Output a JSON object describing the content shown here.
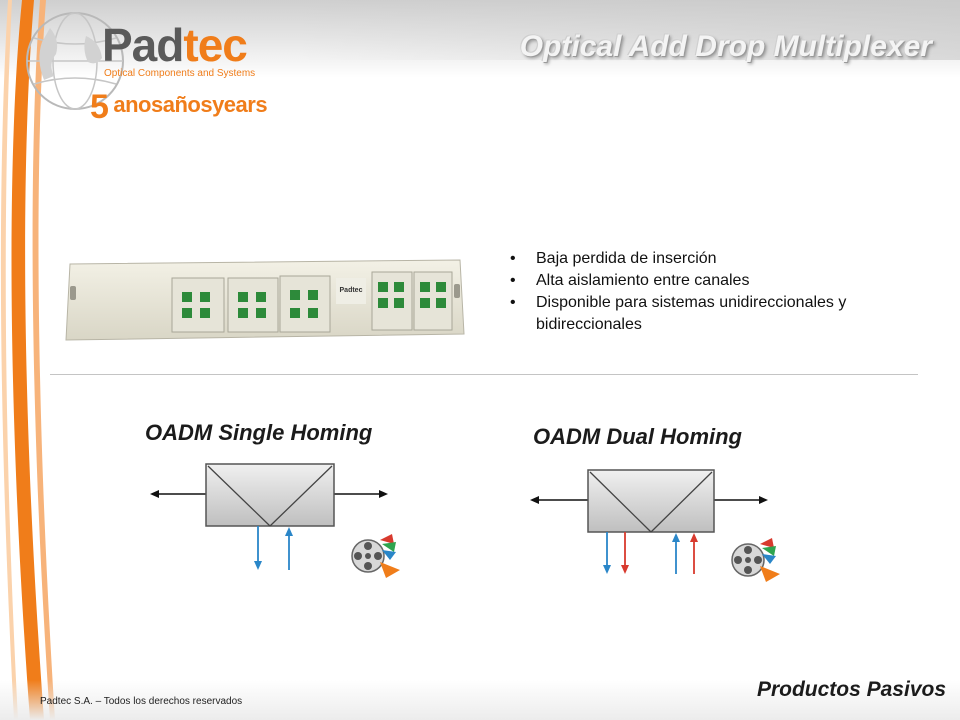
{
  "logo": {
    "word_pad": "Pad",
    "word_tec": "tec",
    "subtitle": "Optical Components and Systems",
    "years_num": "5",
    "years_text": "anosañosyears"
  },
  "title": "Optical Add Drop Multiplexer",
  "bullets": [
    "Baja perdida de inserción",
    "Alta aislamiento entre canales",
    "Disponible para sistemas unidireccionales y bidireccionales"
  ],
  "diagrams": {
    "single": {
      "title": "OADM Single Homing"
    },
    "dual": {
      "title": "OADM Dual Homing"
    }
  },
  "footer": {
    "copyright": "Padtec S.A. – Todos los derechos reservados",
    "section": "Productos Pasivos"
  },
  "colors": {
    "brand_orange": "#f07d1a",
    "arrow_blue": "#2a86c8",
    "arrow_red": "#d83a2e"
  },
  "icons": [
    "globe-icon",
    "media-clip-icon",
    "media-clip-icon"
  ]
}
